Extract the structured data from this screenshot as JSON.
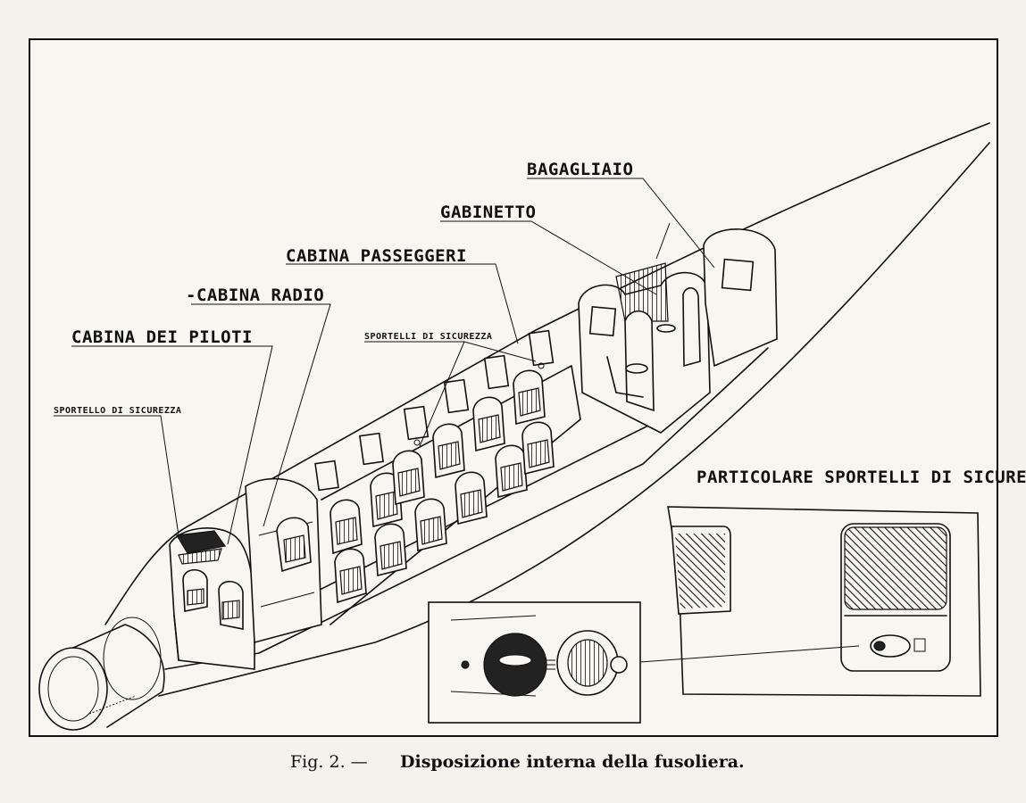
{
  "labels": {
    "bagagliaio": "BAGAGLIAIO",
    "gabinetto": "GABINETTO",
    "cabina_passeggeri": "CABINA PASSEGGERI",
    "cabina_radio": "-CABINA RADIO",
    "cabina_piloti": "CABINA DEI PILOTI",
    "sportelli_sicurezza": "SPORTELLI DI SICUREZZA",
    "sportello_sicurezza": "SPORTELLO DI SICUREZZA",
    "particolare": "PARTICOLARE SPORTELLI DI SICUREZZA"
  },
  "caption": {
    "prefix": "Fig. 2. —",
    "text": "Disposizione interna della fusoliera."
  },
  "colors": {
    "ink": "#111111",
    "paper": "#f7f6f1"
  }
}
